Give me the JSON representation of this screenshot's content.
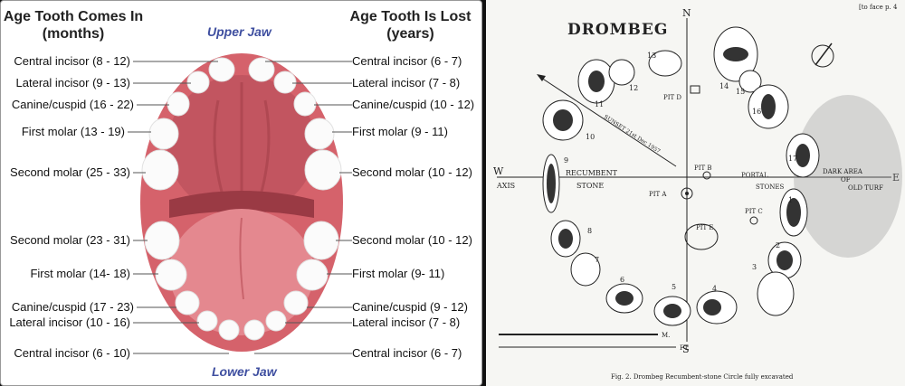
{
  "left": {
    "header_left_1": "Age Tooth Comes In",
    "header_left_2": "(months)",
    "header_right_1": "Age Tooth Is Lost",
    "header_right_2": "(years)",
    "upper_jaw": "Upper Jaw",
    "lower_jaw": "Lower Jaw",
    "left_labels": [
      "Central incisor (8 - 12)",
      "Lateral incisor (9 - 13)",
      "Canine/cuspid (16 - 22)",
      "First molar (13 - 19)",
      "Second molar (25 - 33)",
      "Second molar (23 - 31)",
      "First molar (14- 18)",
      "Canine/cuspid (17 - 23)",
      "Lateral incisor (10 - 16)",
      "Central incisor (6 - 10)"
    ],
    "right_labels": [
      "Central incisor (6 - 7)",
      "Lateral incisor (7 - 8)",
      "Canine/cuspid (10 - 12)",
      "First molar (9 - 11)",
      "Second molar (10 - 12)",
      "Second molar (10 - 12)",
      "First molar (9- 11)",
      "Canine/cuspid (9 - 12)",
      "Lateral incisor (7 - 8)",
      "Central incisor (6 - 7)"
    ]
  },
  "right": {
    "title": "DROMBEG",
    "corner_note": "[to face p. 4",
    "compass_n": "N",
    "compass_s": "S",
    "compass_w": "W",
    "compass_e": "E",
    "axis": "AXIS",
    "recumbent": "RECUMBENT",
    "stone": "STONE",
    "portal": "PORTAL",
    "stones": "STONES",
    "dark_area": "DARK AREA",
    "of": "OF",
    "old_turf": "OLD TURF",
    "pit_a": "PIT A",
    "pit_b": "PIT B",
    "pit_c": "PIT C",
    "pit_d": "PIT D",
    "pit_e": "PIT E",
    "sunset": "SUNSET 21st Dec 1957",
    "stone_numbers": [
      "1",
      "2",
      "3",
      "4",
      "5",
      "6",
      "7",
      "8",
      "9",
      "10",
      "11",
      "12",
      "13",
      "14",
      "15",
      "16",
      "17"
    ],
    "scale_m": "M.",
    "scale_ft": "FT.",
    "caption": "Fig. 2.  Drombeg Recumbent-stone Circle fully excavated"
  },
  "colors": {
    "gum": "#d5626b",
    "palate": "#c9545e",
    "tongue": "#e4888f",
    "jaw_label": "#3f4fa0"
  }
}
